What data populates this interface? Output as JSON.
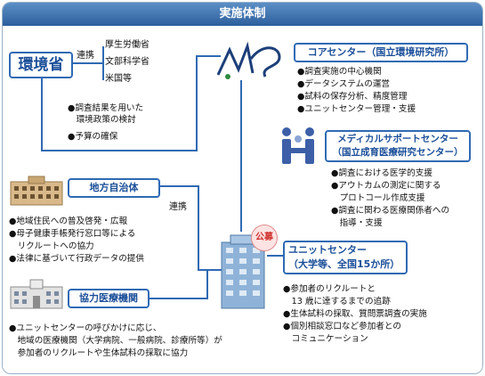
{
  "title": "実施体制",
  "ministry": {
    "name": "環境省",
    "link_label": "連携",
    "partners": [
      "厚生労働省",
      "文部科学省",
      "米国等"
    ],
    "duties": [
      "●調査結果を用いた",
      "　環境政策の検討",
      "●予算の確保"
    ]
  },
  "core_center": {
    "name": "コアセンター（国立環境研究所）",
    "duties": [
      "●調査実施の中心機関",
      "●データシステムの運営",
      "●試料の保存分析、精度管理",
      "●ユニットセンター管理・支援"
    ]
  },
  "medical_center": {
    "name_line1": "メディカルサポートセンター",
    "name_line2": "（国立成育医療研究センター）",
    "duties": [
      "●調査における医学的支援",
      "●アウトカムの測定に関する",
      "　プロトコール作成支援",
      "●調査に関わる医療関係者への",
      "　指導・支援"
    ]
  },
  "local_gov": {
    "name": "地方自治体",
    "link_label": "連携",
    "duties": [
      "●地域住民への普及啓発・広報",
      "●母子健康手帳発行窓口等による",
      "　リクルートへの協力",
      "●法律に基づいて行政データの提供"
    ]
  },
  "unit_center": {
    "badge": "公募",
    "name_line1": "ユニットセンター",
    "name_line2": "（大学等、全国15か所）",
    "duties": [
      "●参加者のリクルートと",
      "　13 歳に達するまでの追跡",
      "●生体試料の採取、質問票調査の実施",
      "●個別相談窓口など参加者との",
      "　コミュニケーション"
    ]
  },
  "cooperating_med": {
    "name": "協力医療機関",
    "duties": [
      "●ユニットセンターの呼びかけに応じ、",
      "　地域の医療機関（大学病院、一般病院、診療所等）が",
      "　参加者のリクルートや生体試料の採取に協力"
    ]
  },
  "colors": {
    "accent": "#2f6ab4",
    "header": "#3a6fae",
    "badge": "#d0312d"
  }
}
